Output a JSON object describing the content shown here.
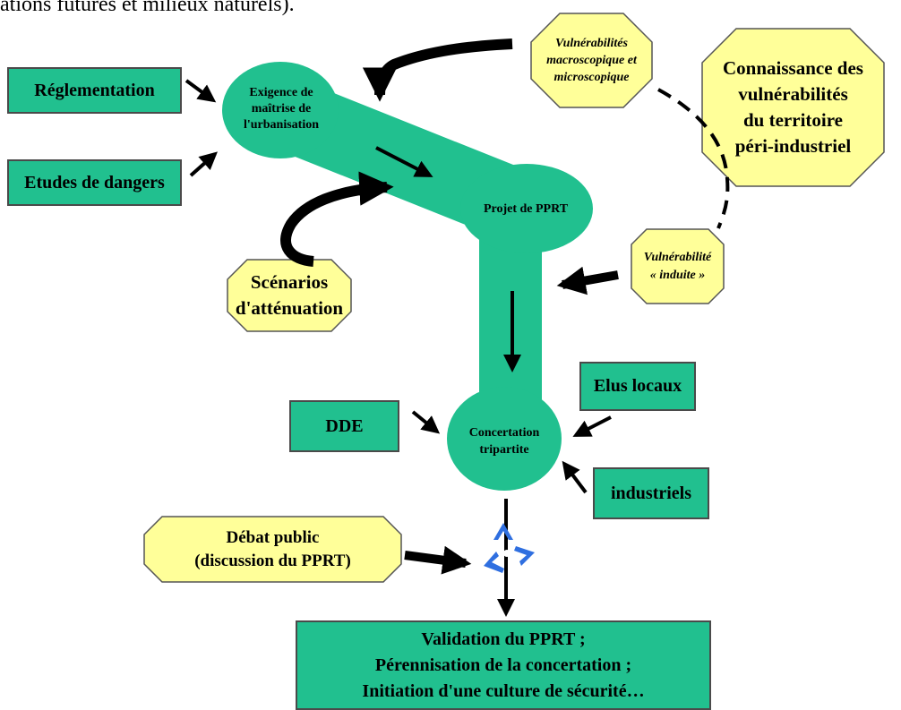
{
  "header": {
    "clipped_text": "ations futures et milieux naturels)."
  },
  "nodes": {
    "reglementation": "Réglementation",
    "etudes_dangers": "Etudes de dangers",
    "exigence": [
      "Exigence de",
      "maîtrise de",
      "l'urbanisation"
    ],
    "projet": "Projet de PPRT",
    "scenarios": [
      "Scénarios",
      "d'atténuation"
    ],
    "vuln_macro": [
      "Vulnérabilités",
      "macroscopique et",
      "microscopique"
    ],
    "connaissance": [
      "Connaissance des",
      "vulnérabilités",
      "du territoire",
      "péri-industriel"
    ],
    "vuln_induite": [
      "Vulnérabilité",
      "« induite »"
    ],
    "dde": "DDE",
    "elus": "Elus locaux",
    "industriels": "industriels",
    "concertation": [
      "Concertation",
      "tripartite"
    ],
    "debat": [
      "Débat public",
      "(discussion du PPRT)"
    ],
    "validation": [
      "Validation du PPRT ;",
      "Pérennisation de la concertation ;",
      "Initiation d'une culture de sécurité…"
    ]
  },
  "colors": {
    "green": "#21c08f",
    "yellow": "#ffff99",
    "recycle_blue": "#2f6fe0",
    "arrow": "#000000"
  },
  "icons": {
    "recycle": "recycle-icon"
  }
}
